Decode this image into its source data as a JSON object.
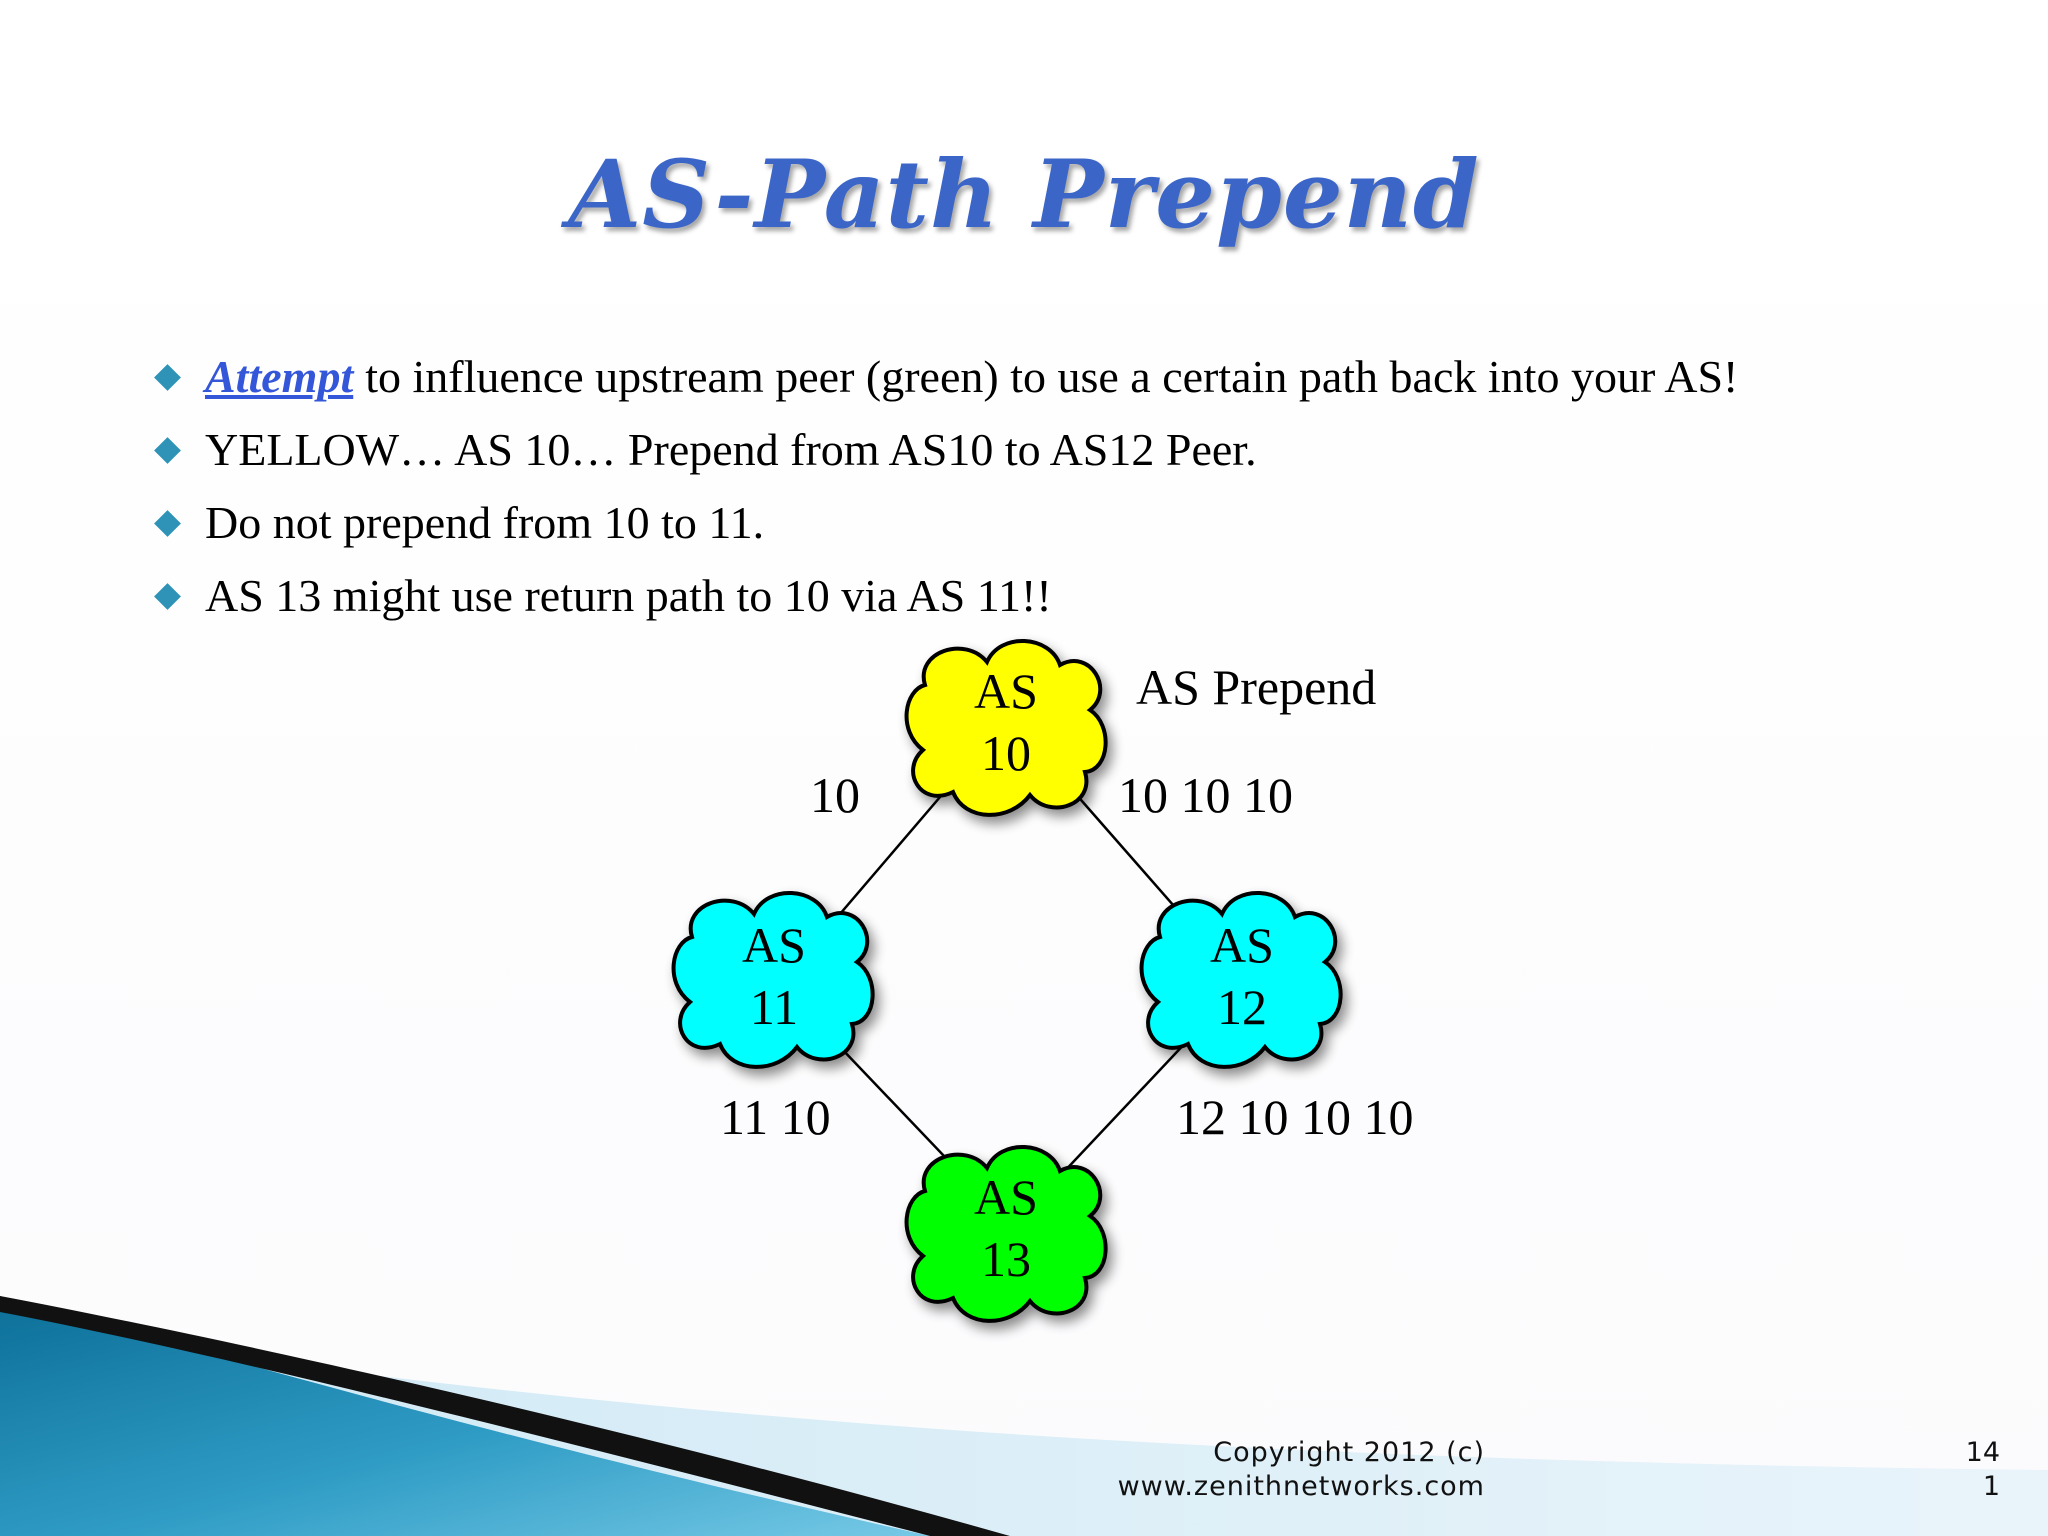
{
  "slide": {
    "title": "AS-Path Prepend",
    "bullets": [
      {
        "emphasis": "Attempt",
        "text": "to influence upstream peer (green) to use a certain path back into your AS!"
      },
      {
        "text": "YELLOW… AS 10… Prepend from AS10 to AS12 Peer."
      },
      {
        "text": "Do not prepend from 10 to 11."
      },
      {
        "text": "AS 13 might use return path to 10 via AS 11!!"
      }
    ]
  },
  "diagram": {
    "annotation": "AS Prepend",
    "nodes": [
      {
        "id": "as10",
        "line1": "AS",
        "line2": "10",
        "color": "#ffff00"
      },
      {
        "id": "as11",
        "line1": "AS",
        "line2": "11",
        "color": "#00ffff"
      },
      {
        "id": "as12",
        "line1": "AS",
        "line2": "12",
        "color": "#00ffff"
      },
      {
        "id": "as13",
        "line1": "AS",
        "line2": "13",
        "color": "#00ff00"
      }
    ],
    "path_labels": {
      "as10_to_as11": "10",
      "as10_to_as12": "10 10 10",
      "as11_to_as13": "11 10",
      "as12_to_as13": "12 10 10 10"
    }
  },
  "footer": {
    "copyright": "Copyright 2012 (c)",
    "website": "www.zenithnetworks.com",
    "page_line1": "14",
    "page_line2": "1"
  },
  "colors": {
    "title": "#3b66c8",
    "bullet_marker": "#2f93b8",
    "link": "#3456d8",
    "accent_teal": "#1d86ad"
  }
}
